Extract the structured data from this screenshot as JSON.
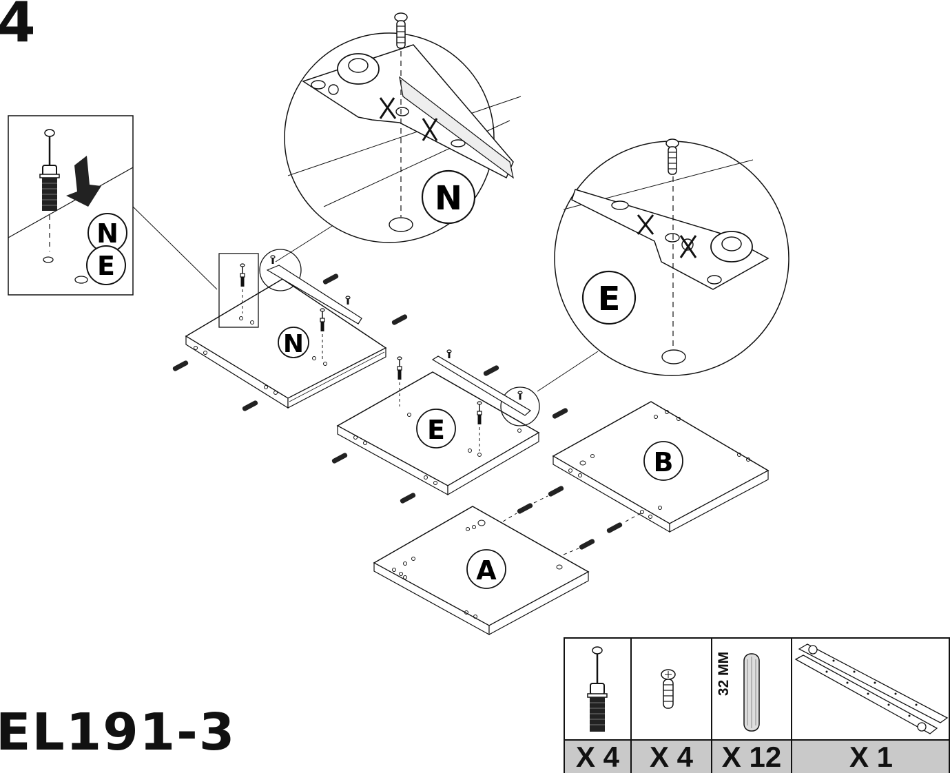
{
  "step": {
    "number": "4"
  },
  "model": {
    "code": "EL191-3"
  },
  "labels": {
    "panel_n": "N",
    "panel_e": "E",
    "panel_b": "B",
    "panel_a": "A",
    "detail_n": "N",
    "detail_e": "E",
    "inset_n": "N",
    "inset_e": "E"
  },
  "parts": {
    "items": [
      {
        "icon": "cam-bolt-icon",
        "qty": "X 4"
      },
      {
        "icon": "screw-icon",
        "qty": "X 4"
      },
      {
        "icon": "wood-dowel-icon",
        "qty": "X 12",
        "dim": "32 MM"
      },
      {
        "icon": "drawer-slide-rail-icon",
        "qty": "X 1"
      }
    ]
  }
}
